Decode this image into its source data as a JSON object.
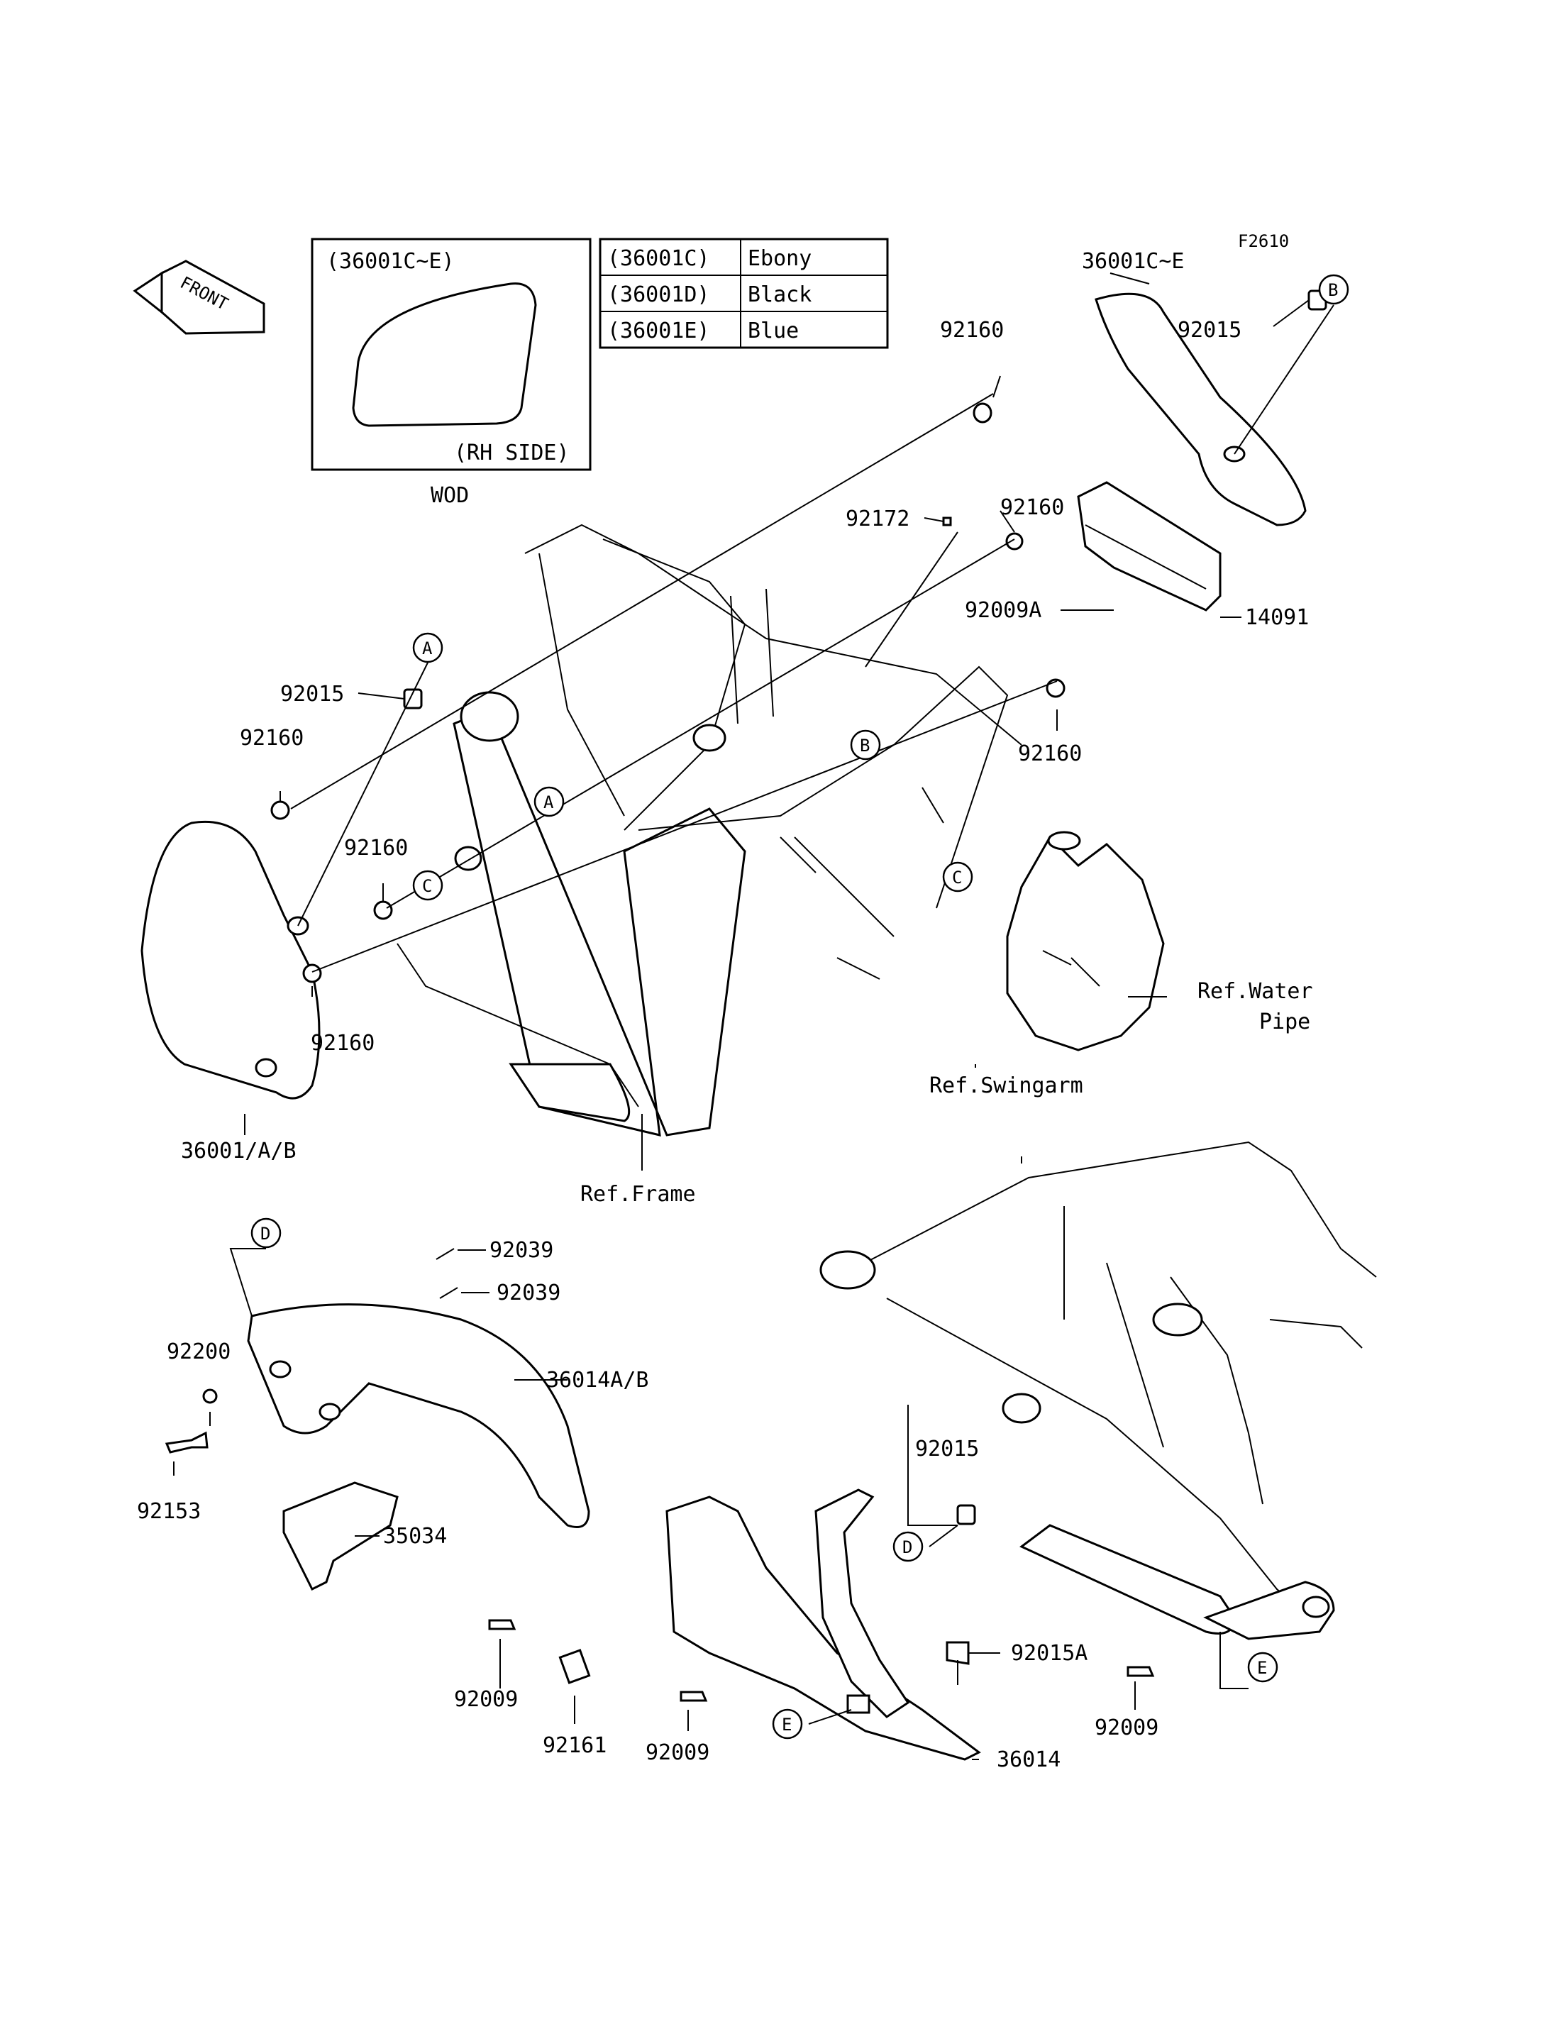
{
  "figure_code": "F2610",
  "front_label": "FRONT",
  "inset": {
    "title": "(36001C~E)",
    "side": "(RH SIDE)",
    "caption": "WOD"
  },
  "color_table": [
    {
      "code": "(36001C)",
      "color": "Ebony"
    },
    {
      "code": "(36001D)",
      "color": "Black"
    },
    {
      "code": "(36001E)",
      "color": "Blue"
    }
  ],
  "part_labels": {
    "side_cover_rh": "36001C~E",
    "grommet_top_rh": "92160",
    "collar_b": "92015",
    "bolt_92172": "92172",
    "grommet_mid_rh": "92160",
    "screw_92009a": "92009A",
    "bracket_14091": "14091",
    "grommet_right_rh": "92160",
    "collar_a": "92015",
    "grommet_left_top": "92160",
    "grommet_left_c": "92160",
    "grommet_left_bottom": "92160",
    "side_cover_lh": "36001/A/B",
    "ref_frame": "Ref.Frame",
    "ref_water_pipe_1": "Ref.Water",
    "ref_water_pipe_2": "Pipe",
    "ref_swingarm": "Ref.Swingarm",
    "pin_92039_a": "92039",
    "pin_92039_b": "92039",
    "washer_92200": "92200",
    "cover_36014ab": "36014A/B",
    "bolt_92153": "92153",
    "bracket_35034": "35034",
    "collar_d": "92015",
    "collar_92015a": "92015A",
    "bolt_92009_left": "92009",
    "pad_92161": "92161",
    "bolt_92009_mid": "92009",
    "bolt_92009_right": "92009",
    "cover_36014": "36014"
  },
  "ref_markers": [
    "A",
    "B",
    "C",
    "D",
    "E"
  ]
}
